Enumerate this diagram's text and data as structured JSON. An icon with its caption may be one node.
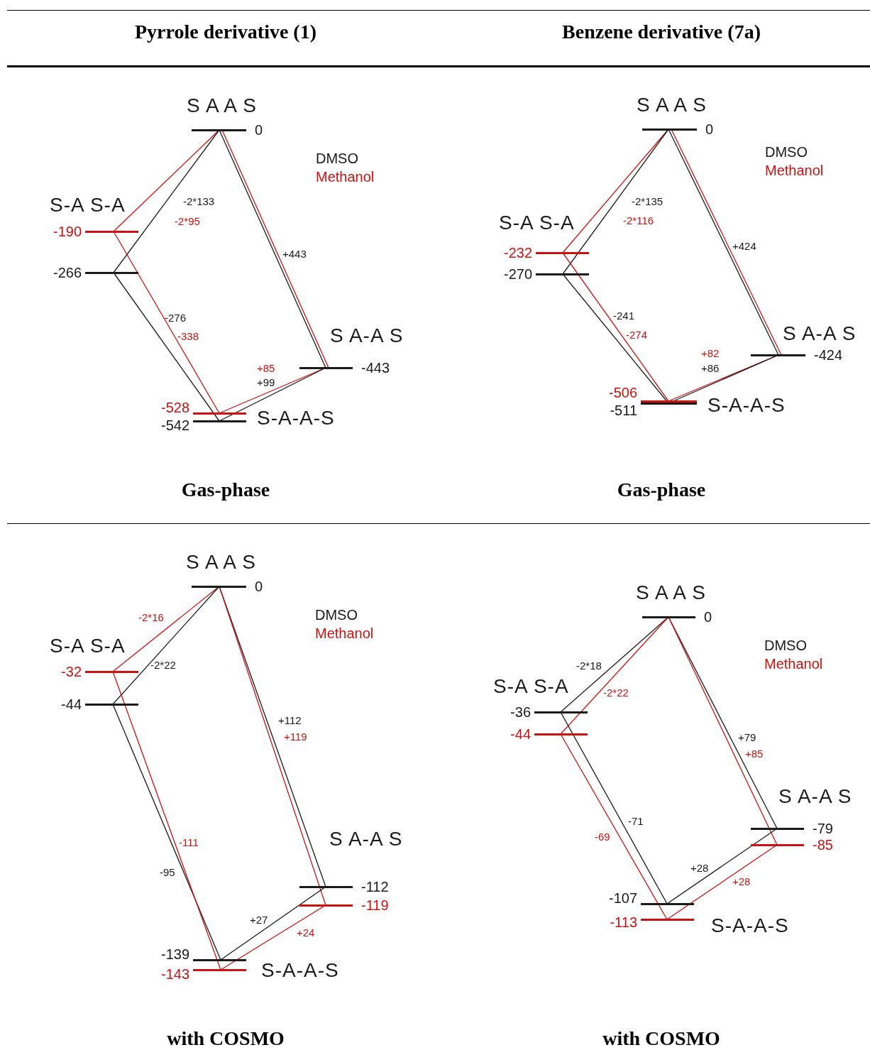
{
  "diagram": {
    "nodes": [
      {
        "text": [
          "0"
        ]
      },
      {
        "text": [
          "-190"
        ]
      },
      {
        "text": [
          "-266"
        ]
      },
      {
        "text": [
          "-443"
        ]
      },
      {
        "text": [
          "-528"
        ]
      },
      {
        "text": [
          "-542"
        ]
      },
      {
        "text": [
          "0"
        ]
      },
      {
        "text": [
          "-232"
        ]
      },
      {
        "text": [
          "-270"
        ]
      },
      {
        "text": [
          "-424"
        ]
      },
      {
        "text": [
          "-506"
        ]
      },
      {
        "text": [
          "-511"
        ]
      },
      {
        "text": [
          "0"
        ]
      },
      {
        "text": [
          "-32"
        ]
      },
      {
        "text": [
          "-44"
        ]
      },
      {
        "text": [
          "-112"
        ]
      },
      {
        "text": [
          "-119"
        ]
      },
      {
        "text": [
          "-139"
        ]
      },
      {
        "text": [
          "-143"
        ]
      },
      {
        "text": [
          "0"
        ]
      },
      {
        "text": [
          "-36"
        ]
      },
      {
        "text": [
          "-44"
        ]
      },
      {
        "text": [
          "-79"
        ]
      },
      {
        "text": [
          "-85"
        ]
      },
      {
        "text": [
          "-107"
        ]
      },
      {
        "text": [
          "-113"
        ]
      }
    ],
    "edges": [
      {
        "from": 0,
        "to": 1,
        "arrow": "none",
        "label": "-2*95",
        "color": "#cc1111"
      },
      {
        "from": 0,
        "to": 2,
        "arrow": "none",
        "label": "-2*133",
        "color": "#1a1a1a"
      },
      {
        "from": 2,
        "to": 5,
        "arrow": "none",
        "label": "-276",
        "color": "#1a1a1a"
      },
      {
        "from": 1,
        "to": 4,
        "arrow": "none",
        "label": "-338",
        "color": "#cc1111"
      },
      {
        "from": 0,
        "to": 3,
        "arrow": "none",
        "label": "+443",
        "color": "#1a1a1a"
      },
      {
        "from": 0,
        "to": 3,
        "arrow": "none",
        "color": "#cc1111"
      },
      {
        "from": 3,
        "to": 4,
        "arrow": "none",
        "label": "+85",
        "color": "#cc1111"
      },
      {
        "from": 3,
        "to": 5,
        "arrow": "none",
        "label": "+99",
        "color": "#1a1a1a"
      },
      {
        "from": 6,
        "to": 7,
        "arrow": "none",
        "label": "-2*116",
        "color": "#cc1111"
      },
      {
        "from": 6,
        "to": 8,
        "arrow": "none",
        "label": "-2*135",
        "color": "#1a1a1a"
      },
      {
        "from": 8,
        "to": 11,
        "arrow": "none",
        "label": "-241",
        "color": "#1a1a1a"
      },
      {
        "from": 7,
        "to": 10,
        "arrow": "none",
        "label": "-274",
        "color": "#cc1111"
      },
      {
        "from": 6,
        "to": 9,
        "arrow": "none",
        "label": "+424",
        "color": "#1a1a1a"
      },
      {
        "from": 6,
        "to": 9,
        "arrow": "none",
        "color": "#cc1111"
      },
      {
        "from": 9,
        "to": 10,
        "arrow": "none",
        "label": "+82",
        "color": "#cc1111"
      },
      {
        "from": 9,
        "to": 11,
        "arrow": "none",
        "label": "+86",
        "color": "#1a1a1a"
      },
      {
        "from": 12,
        "to": 13,
        "arrow": "none",
        "label": "-2*16",
        "color": "#cc1111"
      },
      {
        "from": 12,
        "to": 14,
        "arrow": "none",
        "label": "-2*22",
        "color": "#1a1a1a"
      },
      {
        "from": 14,
        "to": 17,
        "arrow": "none",
        "label": "-95",
        "color": "#1a1a1a"
      },
      {
        "from": 13,
        "to": 18,
        "arrow": "none",
        "label": "-111",
        "color": "#cc1111"
      },
      {
        "from": 12,
        "to": 15,
        "arrow": "none",
        "label": "+112",
        "color": "#1a1a1a"
      },
      {
        "from": 12,
        "to": 16,
        "arrow": "none",
        "label": "+119",
        "color": "#cc1111"
      },
      {
        "from": 15,
        "to": 17,
        "arrow": "none",
        "label": "+27",
        "color": "#1a1a1a"
      },
      {
        "from": 16,
        "to": 18,
        "arrow": "none",
        "label": "+24",
        "color": "#cc1111"
      },
      {
        "from": 19,
        "to": 20,
        "arrow": "none",
        "label": "-2*18",
        "color": "#1a1a1a"
      },
      {
        "from": 19,
        "to": 21,
        "arrow": "none",
        "label": "-2*22",
        "color": "#cc1111"
      },
      {
        "from": 20,
        "to": 24,
        "arrow": "none",
        "label": "-71",
        "color": "#1a1a1a"
      },
      {
        "from": 21,
        "to": 25,
        "arrow": "none",
        "label": "-69",
        "color": "#cc1111"
      },
      {
        "from": 19,
        "to": 22,
        "arrow": "none",
        "label": "+79",
        "color": "#1a1a1a"
      },
      {
        "from": 19,
        "to": 23,
        "arrow": "none",
        "label": "+85",
        "color": "#cc1111"
      },
      {
        "from": 22,
        "to": 24,
        "arrow": "none",
        "label": "+28",
        "color": "#1a1a1a"
      },
      {
        "from": 23,
        "to": 25,
        "arrow": "none",
        "label": "+28",
        "color": "#cc1111"
      }
    ],
    "labels": [
      "Pyrrole derivative (1)",
      "Benzene derivative (7a)",
      "S A A S",
      "S-A S-A",
      "S A-A S",
      "S-A-A-S",
      "S A A S",
      "S-A S-A",
      "S A-A S",
      "S-A-A-S",
      "Gas-phase",
      "Gas-phase",
      "S A A S",
      "S-A S-A",
      "S A-A S",
      "S-A-A-S",
      "S A A S",
      "S-A S-A",
      "S A-A S",
      "S-A-A-S",
      "with COSMO",
      "with COSMO"
    ],
    "legend": [
      {
        "text": "DMSO",
        "color": "#1a1a1a"
      },
      {
        "text": "Methanol",
        "color": "#cc1111"
      },
      {
        "text": "DMSO",
        "color": "#1a1a1a"
      },
      {
        "text": "Methanol",
        "color": "#cc1111"
      },
      {
        "text": "DMSO",
        "color": "#1a1a1a"
      },
      {
        "text": "Methanol",
        "color": "#cc1111"
      },
      {
        "text": "DMSO",
        "color": "#1a1a1a"
      },
      {
        "text": "Methanol",
        "color": "#cc1111"
      }
    ]
  }
}
